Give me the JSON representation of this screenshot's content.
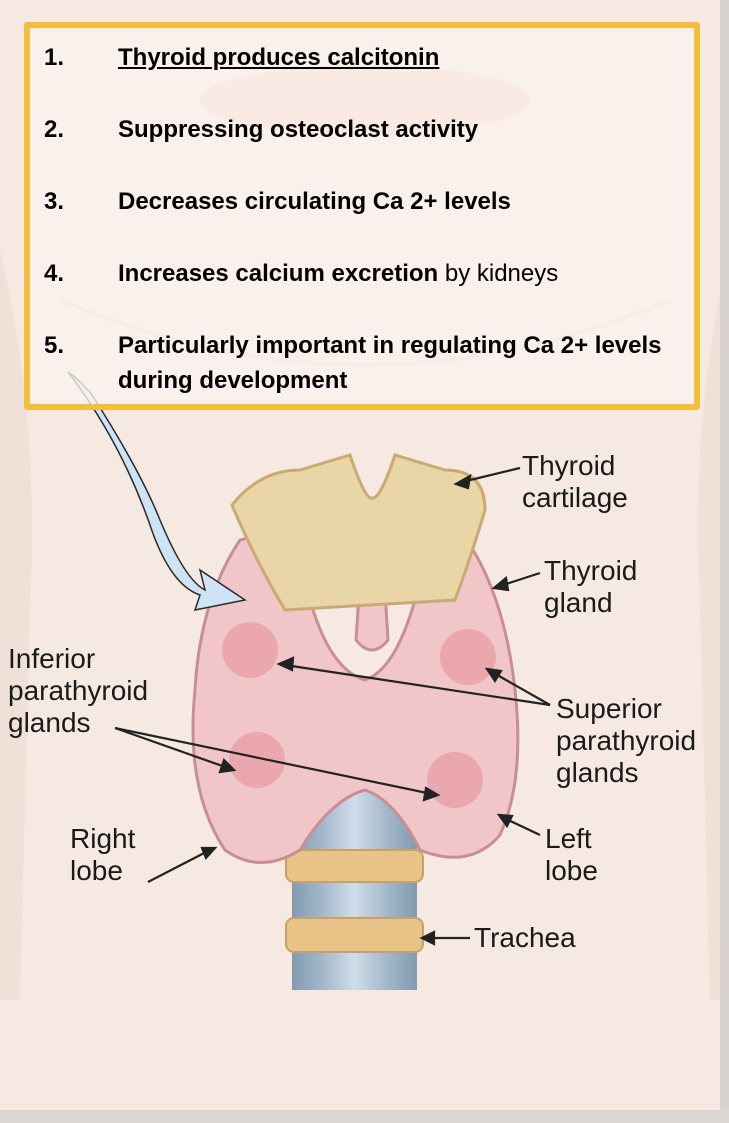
{
  "list": [
    {
      "number": "1.",
      "text_bold": "Thyroid produces calcitonin",
      "text_plain": ""
    },
    {
      "number": "2.",
      "text_bold": "Suppressing osteoclast activity",
      "text_plain": ""
    },
    {
      "number": "3.",
      "text_bold": "Decreases circulating Ca 2+ levels",
      "text_plain": ""
    },
    {
      "number": "4.",
      "text_bold": "Increases calcium excretion",
      "text_plain": " by kidneys"
    },
    {
      "number": "5.",
      "text_bold": "Particularly important in regulating Ca 2+ levels during development",
      "text_plain": ""
    }
  ],
  "labels": {
    "thyroid_cartilage": "Thyroid\ncartilage",
    "thyroid_gland": "Thyroid\ngland",
    "inferior_parathyroid": "Inferior\nparathyroid\nglands",
    "superior_parathyroid": "Superior\nparathyroid\nglands",
    "right_lobe": "Right\nlobe",
    "left_lobe": "Left\nlobe",
    "trachea": "Trachea"
  },
  "colors": {
    "box_border": "#f2bf3c",
    "gland": "#f0c6c8",
    "gland_edge": "#c98e93",
    "parathyroid": "#e89ea6",
    "cartilage": "#ead5a7",
    "trachea_ring": "#e8c488",
    "trachea_tube": "#9fb6cc",
    "callout_arrow": "#cfe3f7"
  }
}
